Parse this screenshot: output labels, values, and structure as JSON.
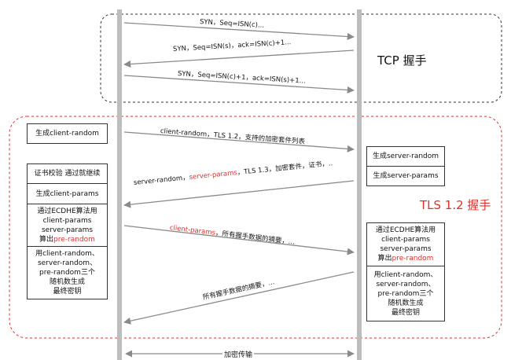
{
  "colors": {
    "accent_red": "#e0302a",
    "line_gray": "#bdbdbd",
    "dashed_dark": "#333333"
  },
  "tcp": {
    "title": "TCP 握手",
    "messages": [
      "SYN，Seq=ISN(c)...",
      "SYN，Seq=ISN(s)，ack=ISN(c)+1...",
      "SYN，Seq=ISN(c)+1，ack=ISN(s)+1..."
    ]
  },
  "tls": {
    "title": "TLS 1.2 握手",
    "msg1": "client-random，TLS 1.2，支持的加密套件列表",
    "msg2": {
      "prefix": "server-random，",
      "highlight": "server-params",
      "suffix": "，TLS 1.3，加密套件，证书，.."
    },
    "msg3": {
      "highlight": "client-params",
      "suffix": "，所有握手数据的摘要，..."
    },
    "msg4": "所有握手数据的摘要，...",
    "client_boxes": {
      "gen_random": "生成client-random",
      "cert_check": "证书校验 通过就继续",
      "gen_params": "生成client-params",
      "calc": {
        "l1": "通过ECDHE算法用",
        "l2": "client-params",
        "l3": "server-params",
        "l4_prefix": "算出",
        "l4_highlight": "pre-random"
      },
      "final": {
        "l1": "用client-random、",
        "l2": "server-random、",
        "l3": "pre-random三个",
        "l4": "随机数生成",
        "l5": "最终密钥"
      }
    },
    "server_boxes": {
      "gen_random": "生成server-random",
      "gen_params": "生成server-params",
      "calc": {
        "l1": "通过ECDHE算法用",
        "l2": "client-params",
        "l3": "server-params",
        "l4_prefix": "算出",
        "l4_highlight": "pre-random"
      },
      "final": {
        "l1": "用client-random、",
        "l2": "server-random、",
        "l3": "pre-random三个",
        "l4": "随机数生成",
        "l5": "最终密钥"
      }
    }
  },
  "encrypted_label": "加密传输"
}
